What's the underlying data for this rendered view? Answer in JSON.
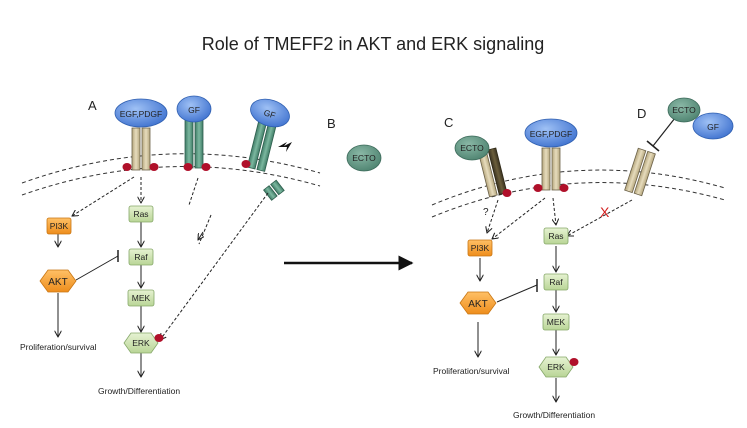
{
  "title": "Role of TMEFF2 in AKT and ERK signaling",
  "panels": {
    "a": "A",
    "b": "B",
    "c": "C",
    "d": "D"
  },
  "left": {
    "egf_pdgf": "EGF,PDGF",
    "gf1": "GF",
    "gf2": "GF",
    "ecto": "ECTO",
    "pi3k": "PI3K",
    "akt": "AKT",
    "ras": "Ras",
    "raf": "Raf",
    "mek": "MEK",
    "erk": "ERK",
    "proliferation": "Proliferation/survival",
    "growth": "Growth/Differentiation"
  },
  "right": {
    "ecto_receptor": "ECTO",
    "egf_pdgf": "EGF,PDGF",
    "ecto_free": "ECTO",
    "gf": "GF",
    "question": "?",
    "blocked": "X",
    "pi3k": "PI3K",
    "akt": "AKT",
    "ras": "Ras",
    "raf": "Raf",
    "mek": "MEK",
    "erk": "ERK",
    "proliferation": "Proliferation/survival",
    "growth": "Growth/Differentiation"
  },
  "colors": {
    "ligand_blue": "#4a7fd6",
    "receptor_tan": "#d9cdaa",
    "receptor_teal": "#5e9e86",
    "ecto_green": "#5f8f7e",
    "box_green": "#d3e6b4",
    "akt_orange": "#f39c2e",
    "phospho_red": "#b0102a",
    "blocked_red": "#d42020"
  }
}
